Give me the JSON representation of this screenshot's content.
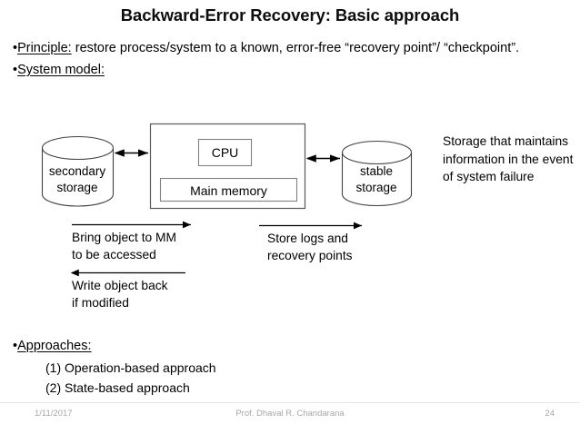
{
  "slide": {
    "title": "Backward-Error Recovery: Basic approach",
    "bullets": [
      {
        "marker": "•",
        "underlined": "Principle:",
        "rest": " restore process/system to a known, error-free “recovery point”/ “checkpoint”."
      },
      {
        "marker": "•",
        "underlined": "System model:",
        "rest": ""
      },
      {
        "marker": "•",
        "underlined": "Approaches:",
        "rest": ""
      }
    ],
    "approaches": [
      "(1) Operation-based approach",
      "(2) State-based approach"
    ]
  },
  "diagram": {
    "secondary_storage": "secondary\nstorage",
    "secondary_storage_line1": "secondary",
    "secondary_storage_line2": "storage",
    "stable_storage_line1": "stable",
    "stable_storage_line2": "storage",
    "cpu": "CPU",
    "main_memory": "Main memory",
    "storage_note": "Storage that maintains information in the event of system failure",
    "captions": {
      "bring": "Bring object to MM\nto be accessed",
      "bring_line1": "Bring object to MM",
      "bring_line2": "to be accessed",
      "store_line1": "Store logs and",
      "store_line2": "recovery points",
      "write_line1": "Write object back",
      "write_line2": "if modified"
    },
    "colors": {
      "stroke": "#000000",
      "cylinder_stroke": "#404040",
      "box_stroke": "#7f7f7f",
      "text": "#000000"
    }
  },
  "footer": {
    "date": "1/11/2017",
    "author": "Prof. Dhaval R. Chandarana",
    "page": "24"
  }
}
